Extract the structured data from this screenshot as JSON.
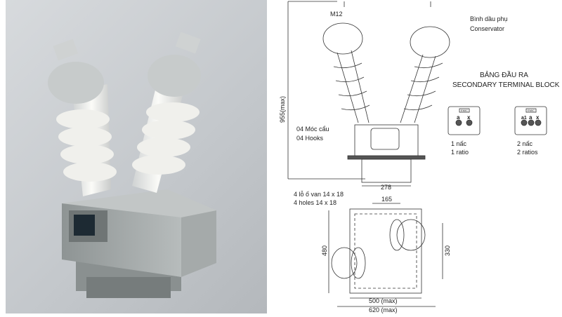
{
  "drawing": {
    "dimension_height": "955(max)",
    "thread_label": "M12",
    "conservator_vi": "Bình dầu phụ",
    "conservator_en": "Conservator",
    "hooks_vi": "04 Móc cẩu",
    "hooks_en": "04 Hooks",
    "base_width": "278",
    "holes_vi": "4 lỗ ố van 14 x 18",
    "holes_en": "4 holes 14 x 18",
    "dim_165": "165",
    "dim_480": "480",
    "dim_330": "330",
    "dim_500": "500 (max)",
    "dim_620": "620 (max)"
  },
  "terminal_block": {
    "title_vi": "BẢNG ĐẦU RA",
    "title_en": "SECONDARY TERMINAL BLOCK",
    "brand": "EMIC",
    "blocks": [
      {
        "terminals": [
          "a",
          "x"
        ],
        "caption_vi": "1 nấc",
        "caption_en": "1 ratio"
      },
      {
        "terminals": [
          "a1",
          "a",
          "x"
        ],
        "caption_vi": "2 nấc",
        "caption_en": "2 ratios"
      }
    ]
  }
}
